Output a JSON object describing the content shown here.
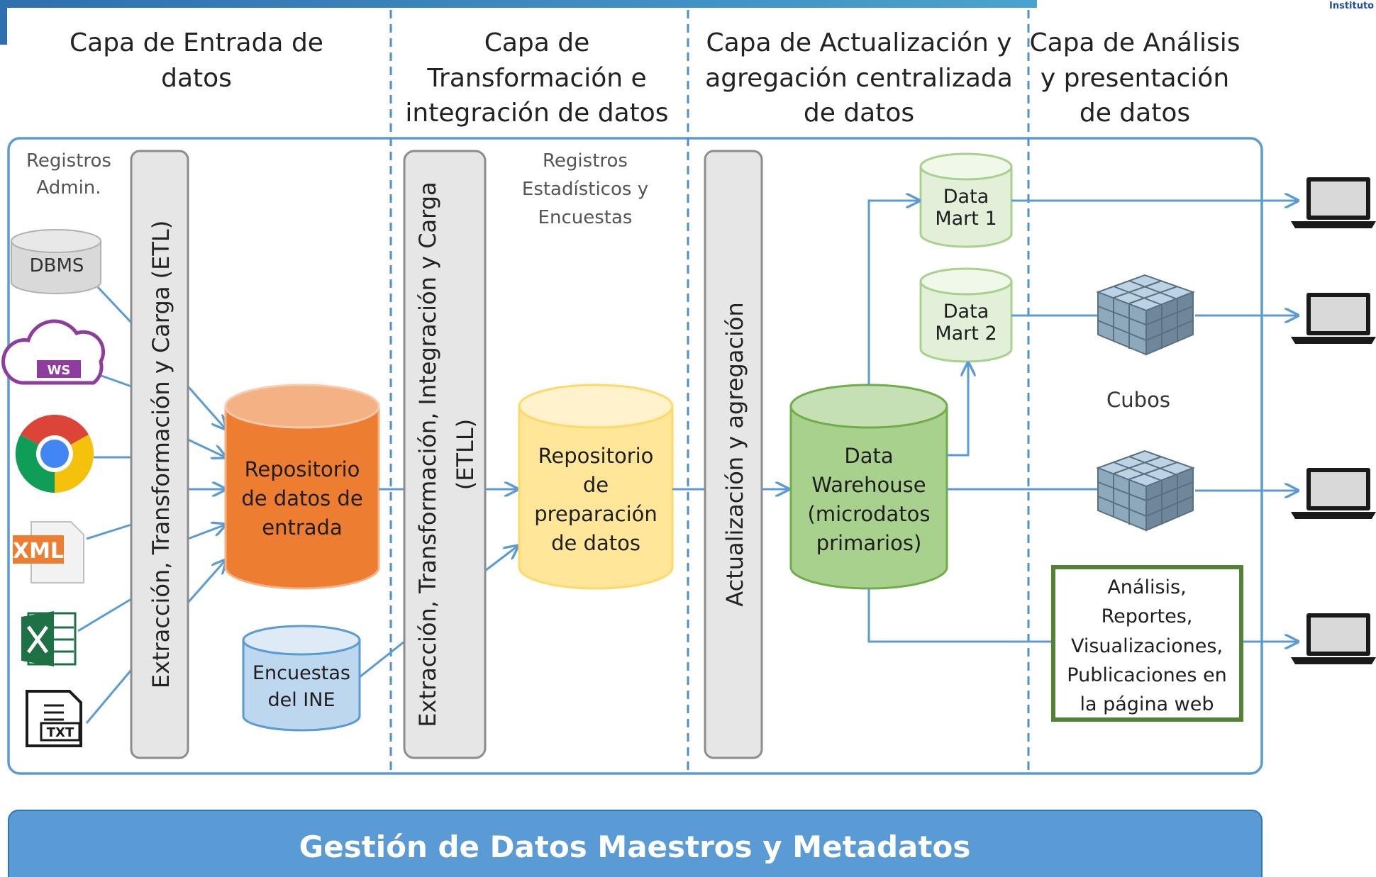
{
  "header": {
    "corner_text": "Instituto N"
  },
  "layers": [
    {
      "title_lines": [
        "Capa de Entrada de",
        "datos"
      ]
    },
    {
      "title_lines": [
        "Capa de",
        "Transformación e",
        "integración de datos"
      ]
    },
    {
      "title_lines": [
        "Capa de Actualización y",
        "agregación centralizada",
        "de datos"
      ]
    },
    {
      "title_lines": [
        "Capa de Análisis",
        "y presentación",
        "de datos"
      ]
    }
  ],
  "sources": {
    "registros_admin": [
      "Registros",
      "Admin."
    ],
    "dbms": "DBMS",
    "ws": "WS",
    "xml": "XML",
    "txt": "TXT"
  },
  "bars": {
    "etl": "Extracción, Transformación y Carga (ETL)",
    "etll_line1": "Extracción, Transformación, Integración y Carga",
    "etll_line2": "(ETLL)",
    "agg": "Actualización y agregación"
  },
  "repositories": {
    "entrada": [
      "Repositorio",
      "de datos de",
      "entrada"
    ],
    "encuestas": [
      "Encuestas",
      "del INE"
    ],
    "registros_est": [
      "Registros",
      "Estadísticos y",
      "Encuestas"
    ],
    "preparacion": [
      "Repositorio",
      "de",
      "preparación",
      "de datos"
    ],
    "warehouse": [
      "Data",
      "Warehouse",
      "(microdatos",
      "primarios)"
    ],
    "mart1": [
      "Data",
      "Mart 1"
    ],
    "mart2": [
      "Data",
      "Mart 2"
    ]
  },
  "analysis": {
    "cubos": "Cubos",
    "box": [
      "Análisis,",
      "Reportes,",
      "Visualizaciones,",
      "Publicaciones en",
      "la página web"
    ]
  },
  "footer": {
    "label": "Gestión de Datos Maestros y Metadatos"
  },
  "colors": {
    "accent_blue": "#5b9bd5",
    "footer_blue": "#5b9bd5",
    "orange": "#ed7d31",
    "yellow": "#ffe699",
    "green": "#a9d18e",
    "light_green": "#e2f0d9",
    "gray": "#e7e6e6",
    "box_border_green": "#548235"
  }
}
